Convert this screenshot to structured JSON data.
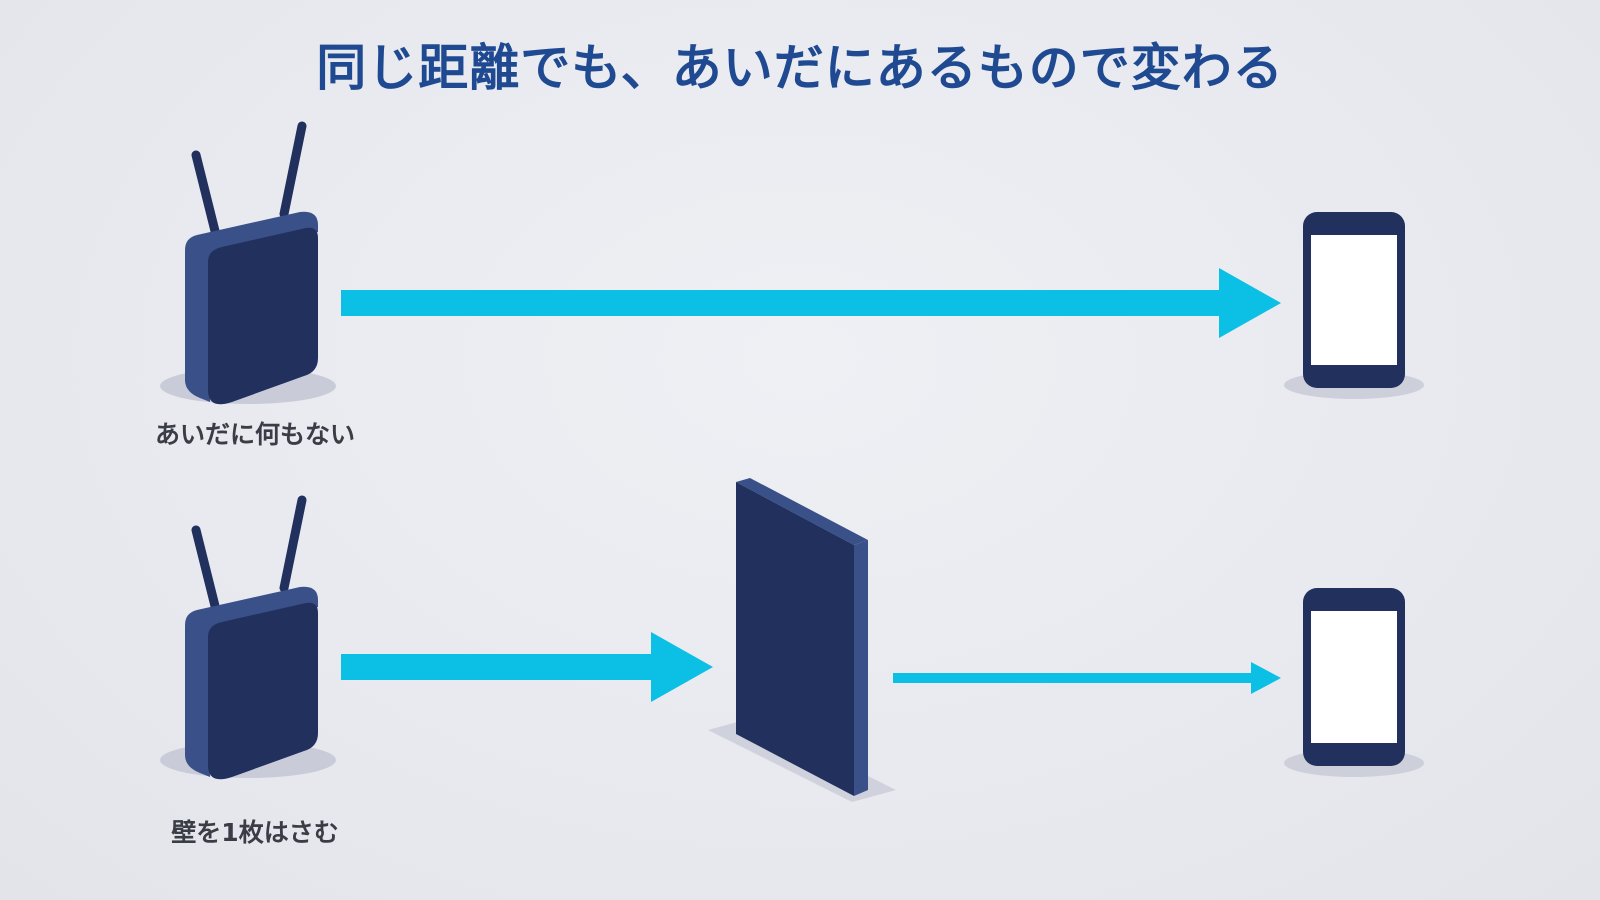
{
  "title": "同じ距離でも、あいだにあるもので変わる",
  "rows": [
    {
      "label": "あいだに何もない",
      "obstacle": "none",
      "signal": "strong"
    },
    {
      "label": "壁を1枚はさむ",
      "obstacle": "wall",
      "signal": "weak"
    }
  ],
  "colors": {
    "title": "#1f4a92",
    "device": "#22305e",
    "device_side": "#3a5089",
    "arrow": "#0bbfe5",
    "label": "#3a3d46",
    "screen": "#ffffff"
  },
  "icons": [
    "router-icon",
    "smartphone-icon",
    "wall-icon",
    "signal-arrow-icon"
  ]
}
